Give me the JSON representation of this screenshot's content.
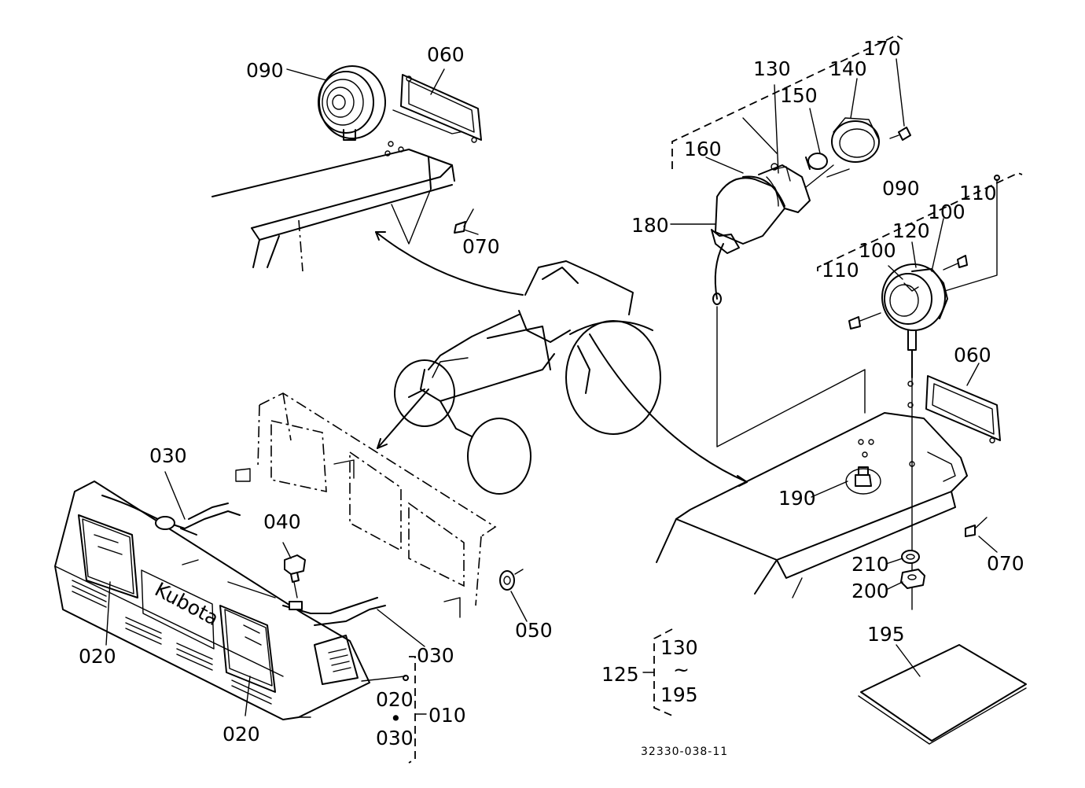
{
  "labels": {
    "p090_top": "090",
    "p060_top": "060",
    "p070_top": "070",
    "p130": "130",
    "p140": "140",
    "p150": "150",
    "p170": "170",
    "p160": "160",
    "p180": "180",
    "p090_right": "090",
    "p110_a": "110",
    "p100_a": "100",
    "p120": "120",
    "p100_b": "100",
    "p110_b": "110",
    "p060_right": "060",
    "p190": "190",
    "p070_right": "070",
    "p210": "210",
    "p200": "200",
    "p030_a": "030",
    "p040": "040",
    "p050": "050",
    "p030_b": "030",
    "p020_a": "020",
    "p020_b": "020",
    "p020_c": "020",
    "p030_c": "030",
    "p010": "010",
    "p125": "125",
    "p130_range": "130",
    "p195_range": "195",
    "tilde": "~",
    "p195": "195",
    "dot": "•",
    "drawing_number": "32330-038-11",
    "brand_logo": "Kubota"
  }
}
